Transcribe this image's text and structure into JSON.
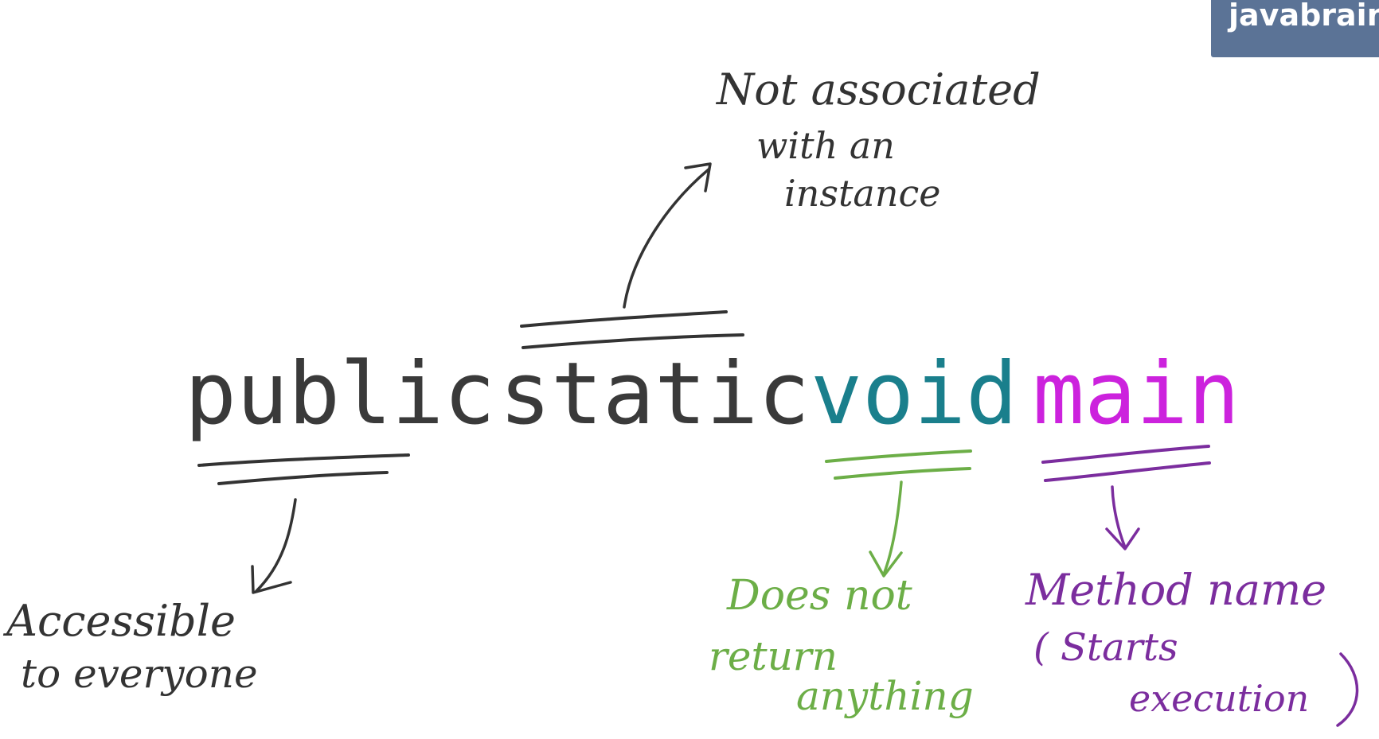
{
  "watermark": {
    "text": "javabrains"
  },
  "code": {
    "public": "public",
    "static": "static",
    "void": "void",
    "main": "main"
  },
  "notes": {
    "public": {
      "line1": "Accessible",
      "line2": "to  everyone"
    },
    "static": {
      "line1": "Not  associated",
      "line2": "with  an",
      "line3": "instance"
    },
    "void": {
      "line1": "Does  not",
      "line2": "return",
      "line3": "anything"
    },
    "main": {
      "line1": "Method  name",
      "line2": "( Starts",
      "line3": "execution"
    }
  },
  "colors": {
    "keyword": "#3a3a3a",
    "void": "#1a7f8c",
    "main": "#cc22dd",
    "ink_dark": "#333333",
    "ink_green": "#6cae47",
    "ink_purple": "#7b2d9e"
  }
}
